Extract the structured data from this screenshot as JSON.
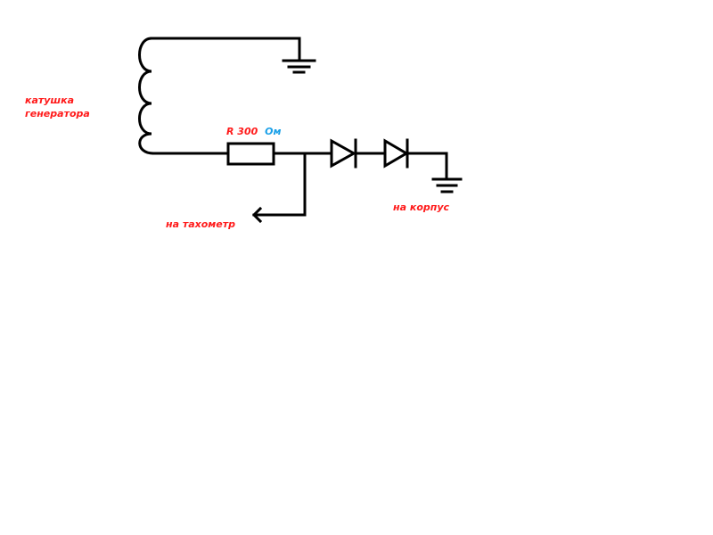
{
  "labels": {
    "coil": [
      "катушка",
      "генератора"
    ],
    "resistor_prefix": "R 300",
    "resistor_unit": "Ом",
    "tachometer": "на тахометр",
    "chassis": "на корпус"
  },
  "colors": {
    "label_red": "#ff1a1a",
    "label_blue": "#1aa0e8",
    "wire": "#000000",
    "background": "#ffffff"
  }
}
